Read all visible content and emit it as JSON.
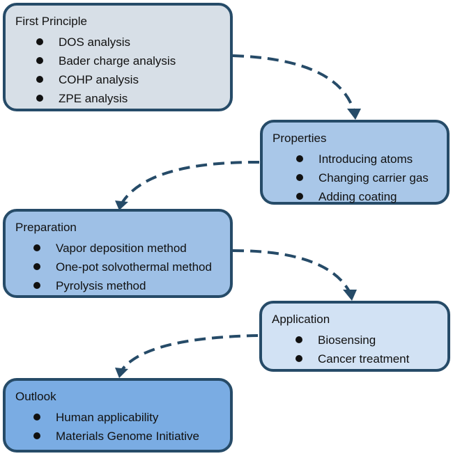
{
  "boxes": {
    "first_principle": {
      "title": "First Principle",
      "items": [
        "DOS analysis",
        "Bader charge analysis",
        "COHP analysis",
        "ZPE analysis"
      ]
    },
    "properties": {
      "title": "Properties",
      "items": [
        "Introducing atoms",
        "Changing carrier gas",
        "Adding coating"
      ]
    },
    "preparation": {
      "title": "Preparation",
      "items": [
        "Vapor deposition method",
        "One-pot solvothermal method",
        "Pyrolysis method"
      ]
    },
    "application": {
      "title": "Application",
      "items": [
        "Biosensing",
        "Cancer treatment"
      ]
    },
    "outlook": {
      "title": "Outlook",
      "items": [
        "Human applicability",
        "Materials Genome Initiative"
      ]
    }
  },
  "colors": {
    "border": "#264b68",
    "first_principle_fill": "#d7dfe7",
    "properties_fill": "#a9c7e8",
    "preparation_fill": "#9ec0e6",
    "application_fill": "#d2e2f4",
    "outlook_fill": "#7aace3"
  }
}
